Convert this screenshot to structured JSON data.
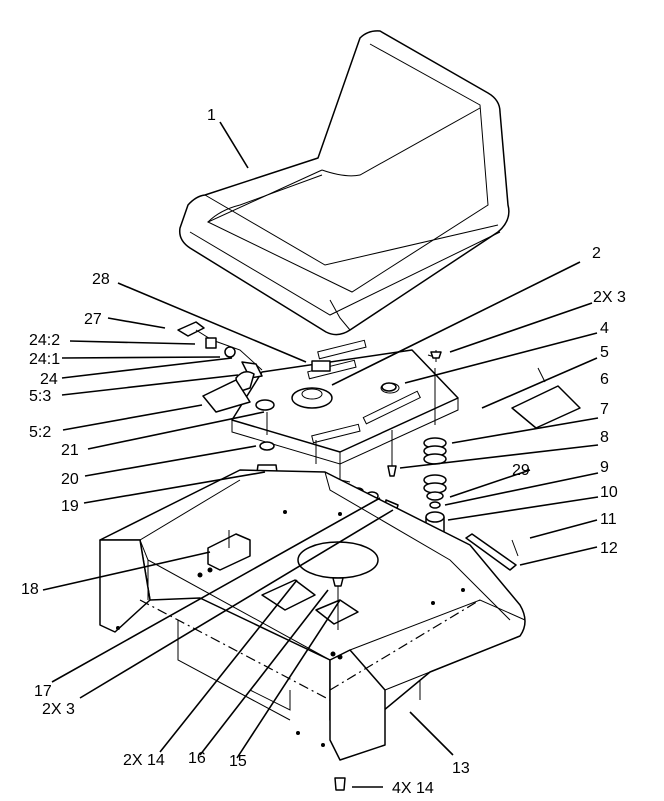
{
  "callouts": [
    {
      "id": "c1",
      "text": "1"
    },
    {
      "id": "c2",
      "text": "2"
    },
    {
      "id": "c2x3a",
      "text": "2X 3"
    },
    {
      "id": "c4",
      "text": "4"
    },
    {
      "id": "c5",
      "text": "5"
    },
    {
      "id": "c6",
      "text": "6"
    },
    {
      "id": "c7",
      "text": "7"
    },
    {
      "id": "c8",
      "text": "8"
    },
    {
      "id": "c29",
      "text": "29"
    },
    {
      "id": "c9",
      "text": "9"
    },
    {
      "id": "c10",
      "text": "10"
    },
    {
      "id": "c11",
      "text": "11"
    },
    {
      "id": "c12",
      "text": "12"
    },
    {
      "id": "c13",
      "text": "13"
    },
    {
      "id": "c4x14",
      "text": "4X 14"
    },
    {
      "id": "c15",
      "text": "15"
    },
    {
      "id": "c16",
      "text": "16"
    },
    {
      "id": "c2x14",
      "text": "2X 14"
    },
    {
      "id": "c2x3b",
      "text": "2X 3"
    },
    {
      "id": "c17",
      "text": "17"
    },
    {
      "id": "c18",
      "text": "18"
    },
    {
      "id": "c19",
      "text": "19"
    },
    {
      "id": "c20",
      "text": "20"
    },
    {
      "id": "c21",
      "text": "21"
    },
    {
      "id": "c5_2",
      "text": "5:2"
    },
    {
      "id": "c5_3",
      "text": "5:3"
    },
    {
      "id": "c24",
      "text": "24"
    },
    {
      "id": "c24_1",
      "text": "24:1"
    },
    {
      "id": "c24_2",
      "text": "24:2"
    },
    {
      "id": "c27",
      "text": "27"
    },
    {
      "id": "c28",
      "text": "28"
    }
  ]
}
